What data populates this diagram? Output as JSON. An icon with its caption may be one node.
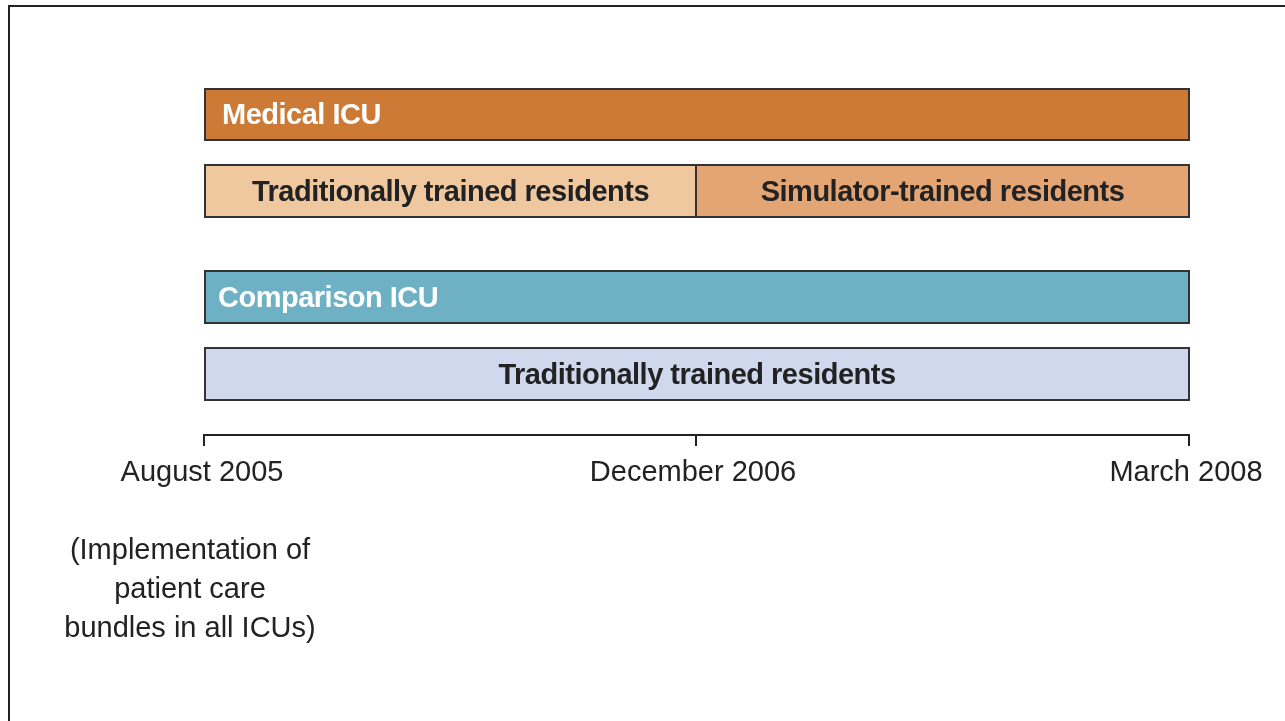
{
  "diagram": {
    "nodes": [
      {
        "text": [
          "Medical ICU"
        ]
      },
      {
        "text": [
          "Traditionally trained residents"
        ]
      },
      {
        "text": [
          "Simulator-trained residents"
        ]
      },
      {
        "text": [
          "Comparison ICU"
        ]
      },
      {
        "text": [
          "Traditionally trained residents"
        ]
      }
    ],
    "edges": [],
    "labels": [
      "August 2005",
      "(Implementation of patient care bundles in all ICUs)",
      "December 2006",
      "March 2008"
    ]
  }
}
